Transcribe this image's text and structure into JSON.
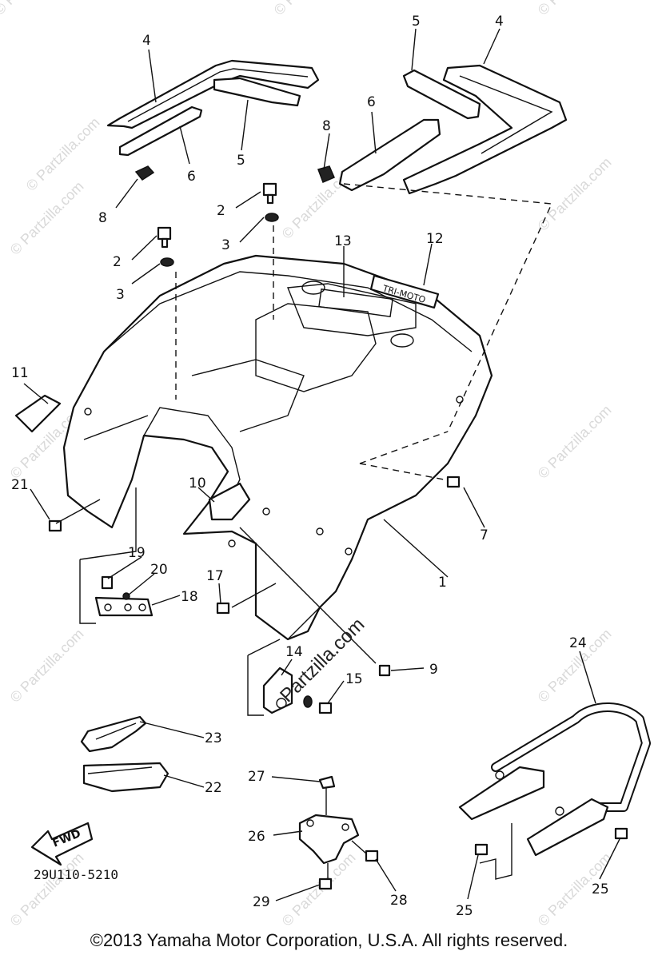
{
  "diagram_code": "29U110-5210",
  "fwd_label": "FWD",
  "plate_label": "TRI-MOTO",
  "watermark": "© Partzilla.com",
  "center_watermark": "Partzilla.com",
  "copyright": "©2013 Yamaha Motor Corporation, U.S.A. All rights reserved.",
  "callouts": {
    "c1": "1",
    "c2a": "2",
    "c2b": "2",
    "c3a": "3",
    "c3b": "3",
    "c4a": "4",
    "c4b": "4",
    "c5a": "5",
    "c5b": "5",
    "c6a": "6",
    "c6b": "6",
    "c7": "7",
    "c8a": "8",
    "c8b": "8",
    "c9": "9",
    "c10": "10",
    "c11": "11",
    "c12": "12",
    "c13": "13",
    "c14": "14",
    "c15": "15",
    "c17": "17",
    "c18": "18",
    "c19": "19",
    "c20": "20",
    "c21": "21",
    "c22": "22",
    "c23": "23",
    "c24": "24",
    "c25a": "25",
    "c25b": "25",
    "c26": "26",
    "c27": "27",
    "c28": "28",
    "c29": "29"
  }
}
